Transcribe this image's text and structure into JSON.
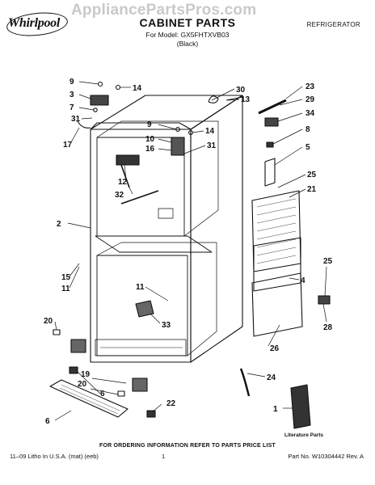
{
  "header": {
    "brand": "Whirlpool",
    "watermark": "AppliancePartsPros.com",
    "title": "CABINET PARTS",
    "model_line": "For Model: GX5FHTXVB03",
    "color_line": "(Black)",
    "product": "REFRIGERATOR"
  },
  "diagram": {
    "callouts": [
      "9",
      "14",
      "3",
      "7",
      "31",
      "17",
      "2",
      "15",
      "11",
      "20",
      "19",
      "20",
      "6",
      "22",
      "6",
      "30",
      "13",
      "23",
      "29",
      "34",
      "8",
      "5",
      "25",
      "21",
      "9",
      "14",
      "10",
      "16",
      "31",
      "12",
      "32",
      "11",
      "33",
      "4",
      "25",
      "28",
      "26",
      "24",
      "1"
    ],
    "literature_label": "Literature Parts"
  },
  "footer": {
    "note": "FOR ORDERING INFORMATION REFER TO PARTS PRICE LIST",
    "print_info": "11–09 Litho In U.S.A. (mat) (eeb)",
    "page": "1",
    "part_no": "Part No. W10304442 Rev. A"
  }
}
